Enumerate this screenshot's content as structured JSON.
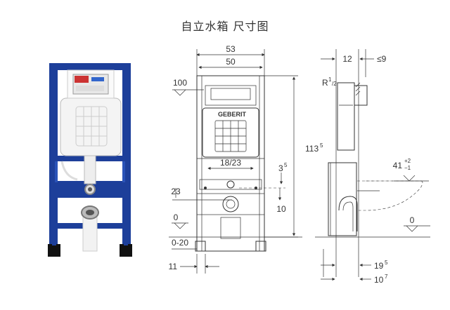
{
  "title": "自立水箱 尺寸图",
  "brand": "GEBERIT",
  "front": {
    "width_outer": "53",
    "width_inner": "50",
    "height_top": "100",
    "height_total": "113",
    "height_total_sup": "5",
    "flush_spacing": "18/23",
    "offset_small": "3",
    "offset_small_sup": "5",
    "drain_height": "23",
    "drain_offset": "10",
    "floor_zero": "0",
    "floor_range": "0-20",
    "foot_width": "11"
  },
  "side": {
    "depth_top": "12",
    "depth_max": "≤9",
    "thread_label": "R",
    "thread_sup": "1",
    "thread_sub": "/2",
    "bowl_height": "41",
    "bowl_tol_plus": "+2",
    "bowl_tol_minus": "−1",
    "floor_zero": "0",
    "depth_foot": "19",
    "depth_foot_sup": "5",
    "depth_base": "10",
    "depth_base_sup": "7"
  }
}
